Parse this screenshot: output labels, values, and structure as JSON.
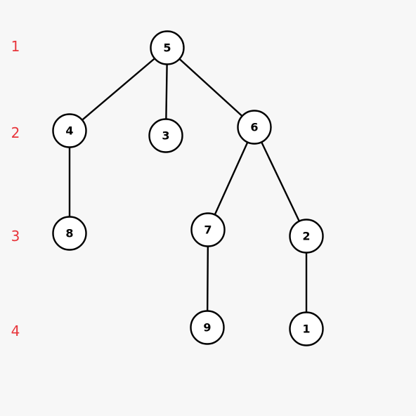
{
  "tree": {
    "levels": [
      {
        "level": 1,
        "label": "1",
        "nodes": [
          "n5"
        ]
      },
      {
        "level": 2,
        "label": "2",
        "nodes": [
          "n4",
          "n3",
          "n6"
        ]
      },
      {
        "level": 3,
        "label": "3",
        "nodes": [
          "n8",
          "n7",
          "n2"
        ]
      },
      {
        "level": 4,
        "label": "4",
        "nodes": [
          "n9",
          "n1"
        ]
      }
    ],
    "nodes": [
      {
        "id": "n5",
        "label": "5"
      },
      {
        "id": "n4",
        "label": "4"
      },
      {
        "id": "n3",
        "label": "3"
      },
      {
        "id": "n6",
        "label": "6"
      },
      {
        "id": "n8",
        "label": "8"
      },
      {
        "id": "n7",
        "label": "7"
      },
      {
        "id": "n2",
        "label": "2"
      },
      {
        "id": "n9",
        "label": "9"
      },
      {
        "id": "n1",
        "label": "1"
      }
    ],
    "edges": [
      {
        "from": "n5",
        "to": "n4"
      },
      {
        "from": "n5",
        "to": "n3"
      },
      {
        "from": "n5",
        "to": "n6"
      },
      {
        "from": "n4",
        "to": "n8"
      },
      {
        "from": "n6",
        "to": "n7"
      },
      {
        "from": "n6",
        "to": "n2"
      },
      {
        "from": "n7",
        "to": "n9"
      },
      {
        "from": "n2",
        "to": "n1"
      }
    ],
    "colors": {
      "level_label": "#e8353b",
      "node_stroke": "#000000",
      "node_fill": "#ffffff",
      "edge": "#000000",
      "background": "#f7f7f7"
    }
  }
}
